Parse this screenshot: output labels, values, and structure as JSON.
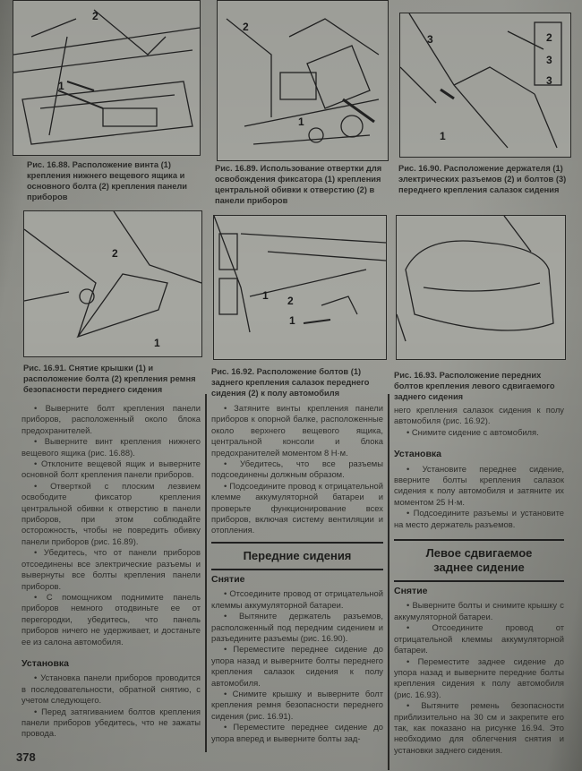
{
  "figures": [
    {
      "id": "16.88",
      "callouts": [
        "2",
        "1"
      ],
      "caption": "Рис. 16.88. Расположение винта (1) крепления нижнего вещевого ящика и основного болта (2) крепления панели приборов"
    },
    {
      "id": "16.89",
      "callouts": [
        "2",
        "1"
      ],
      "caption": "Рис. 16.89. Использование отвертки для освобождения фиксатора (1) крепления центральной обивки к отверстию (2) в панели приборов"
    },
    {
      "id": "16.90",
      "callouts": [
        "3",
        "1",
        "2",
        "3",
        "3"
      ],
      "caption": "Рис. 16.90. Расположение держателя (1) электрических разъемов (2) и болтов (3) переднего крепления салазок сидения"
    },
    {
      "id": "16.91",
      "callouts": [
        "2",
        "1"
      ],
      "caption": "Рис. 16.91. Снятие крышки (1) и расположение болта (2) крепления ремня безопасности переднего сидения"
    },
    {
      "id": "16.92",
      "callouts": [
        "1",
        "2",
        "1"
      ],
      "caption": "Рис. 16.92. Расположение болтов (1) заднего крепления салазок переднего сидения (2) к полу автомобиля"
    },
    {
      "id": "16.93",
      "callouts": [],
      "caption": "Рис. 16.93. Расположение передних болтов крепления левого сдвигаемого заднего сидения"
    }
  ],
  "col1": {
    "paragraphs": [
      "• Выверните болт крепления панели приборов, расположенный около блока предохранителей.",
      "• Выверните винт крепления нижнего вещевого ящика (рис. 16.88).",
      "• Отклоните вещевой ящик и выверните основной болт крепления панели приборов.",
      "• Отверткой с плоским лезвием освободите фиксатор крепления центральной обивки к отверстию в панели приборов, при этом соблюдайте осторожность, чтобы не повредить обивку панели приборов (рис. 16.89).",
      "• Убедитесь, что от панели приборов отсоединены все электрические разъемы и вывернуты все болты крепления панели приборов.",
      "• С помощником поднимите панель приборов немного отодвиньте ее от перегородки, убедитесь, что панель приборов ничего не удерживает, и достаньте ее из салона автомобиля."
    ],
    "install_title": "Установка",
    "install_paragraphs": [
      "• Установка панели приборов проводится в последовательности, обратной снятию, с учетом следующего.",
      "• Перед затягиванием болтов крепления панели приборов убедитесь, что не зажаты провода."
    ]
  },
  "col2": {
    "paragraphs": [
      "• Затяните винты крепления панели приборов к опорной балке, расположенные около верхнего вещевого ящика, центральной консоли и блока предохранителей моментом 8 Н·м.",
      "• Убедитесь, что все разъемы подсоединены должным образом.",
      "• Подсоедините провод к отрицательной клемме аккумуляторной батареи и проверьте функционирование всех приборов, включая систему вентиляции и отопления."
    ],
    "section_title": "Передние сидения",
    "removal_title": "Снятие",
    "removal_paragraphs": [
      "• Отсоедините провод от отрицательной клеммы аккумуляторной батареи.",
      "• Вытяните держатель разъемов, расположенный под передним сидением и разъедините разъемы (рис. 16.90).",
      "• Переместите переднее сидение до упора назад и выверните болты переднего крепления салазок сидения к полу автомобиля.",
      "• Снимите крышку и выверните болт крепления ремня безопасности переднего сидения (рис. 16.91).",
      "• Переместите переднее сидение до упора вперед и выверните болты зад-"
    ]
  },
  "col3": {
    "continuation": "него крепления салазок сидения к полу автомобиля (рис. 16.92).",
    "paragraphs": [
      "• Снимите сидение с автомобиля."
    ],
    "install_title": "Установка",
    "install_paragraphs": [
      "• Установите переднее сидение, вверните болты крепления салазок сидения к полу автомобиля и затяните их моментом 25 Н·м.",
      "• Подсоедините разъемы и установите на место держатель разъемов."
    ],
    "section_title_line1": "Левое сдвигаемое",
    "section_title_line2": "заднее сидение",
    "removal_title": "Снятие",
    "removal_paragraphs": [
      "• Выверните болты и снимите крышку с аккумуляторной батареи.",
      "• Отсоедините провод от отрицательной клеммы аккумуляторной батареи.",
      "• Переместите заднее сидение до упора назад и выверните передние болты крепления сидения к полу автомобиля (рис. 16.93).",
      "• Вытяните ремень безопасности приблизительно на 30 см и закрепите его так, как показано на рисунке 16.94. Это необходимо для облегчения снятия и установки заднего сидения."
    ]
  },
  "page_number": "378"
}
